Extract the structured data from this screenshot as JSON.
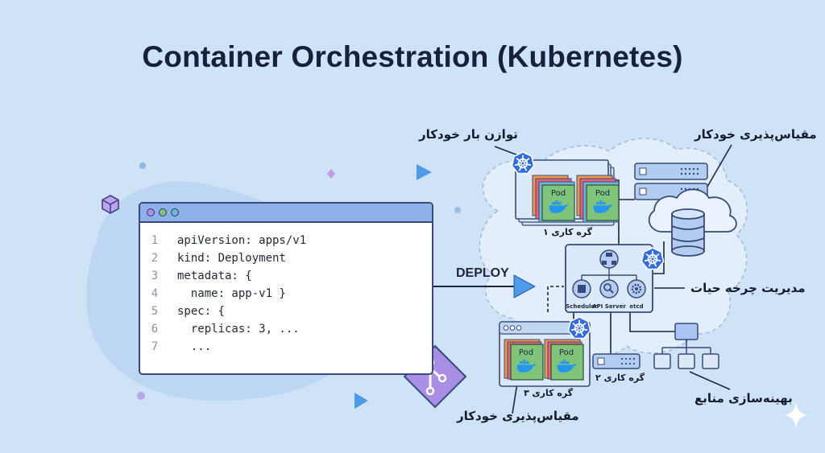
{
  "title": "Container Orchestration (Kubernetes)",
  "code": {
    "lines": [
      {
        "n": "1",
        "text": "apiVersion: apps/v1"
      },
      {
        "n": "2",
        "text": "kind: Deployment"
      },
      {
        "n": "3",
        "text": "metadata: {"
      },
      {
        "n": "4",
        "text": "  name: app-v1 }"
      },
      {
        "n": "5",
        "text": "spec: {"
      },
      {
        "n": "6",
        "text": "  replicas: 3, ..."
      },
      {
        "n": "7",
        "text": "  ..."
      }
    ]
  },
  "deploy_label": "DEPLOY",
  "labels": {
    "load_balancing": "توازن بار خودکار",
    "autoscaling_top": "مقیاس‌پذیری خودکار",
    "lifecycle": "مدیریت چرخه حیات",
    "resource_opt": "بهینه‌سازی منابع",
    "autoscaling_bottom": "مقیاس‌پذیری خودکار",
    "node1": "گره کاری ۱",
    "node2": "گره کاری ۲",
    "node3": "گره کاری ۳"
  },
  "pod_label": "Pod",
  "control_plane": {
    "scheduler": "Scheduler",
    "api_server": "API Server",
    "etcd": "etcd"
  },
  "colors": {
    "background": "#cfe3f7",
    "card": "#dbe9fa",
    "outline": "#3a4a78",
    "accent_blue": "#326ce5",
    "pod_green": "#7fc47a",
    "pod_stack": [
      "#e89a4e",
      "#e9607a",
      "#6db8d8"
    ],
    "git_purple": "#a98ee6"
  },
  "icons": {
    "kubernetes": "kubernetes-helm-icon",
    "docker": "docker-whale-icon",
    "git": "git-branch-icon",
    "cube": "cube-icon",
    "play": "play-triangle-icon",
    "sparkle": "sparkle-icon",
    "database": "database-icon",
    "cloud": "cloud-icon"
  }
}
